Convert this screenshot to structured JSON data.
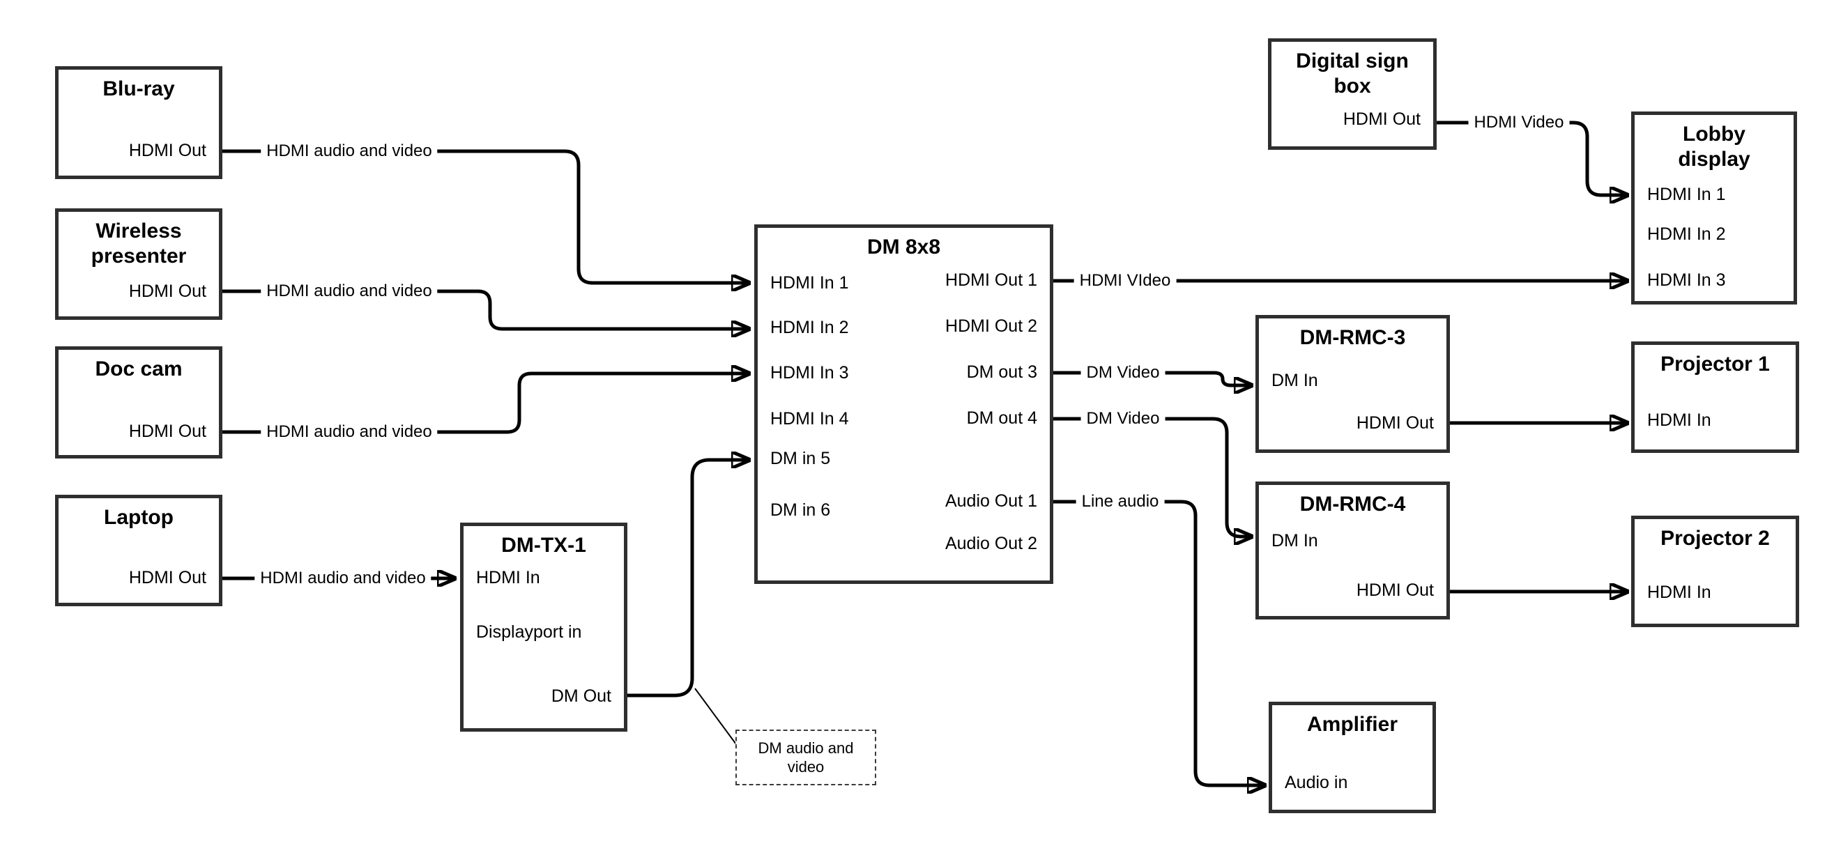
{
  "nodes": {
    "bluray": {
      "title": "Blu-ray",
      "ports": [
        "HDMI Out"
      ]
    },
    "wireless": {
      "title": "Wireless presenter",
      "ports": [
        "HDMI Out"
      ]
    },
    "doccam": {
      "title": "Doc cam",
      "ports": [
        "HDMI Out"
      ]
    },
    "laptop": {
      "title": "Laptop",
      "ports": [
        "HDMI Out"
      ]
    },
    "dm_tx_1": {
      "title": "DM-TX-1",
      "ports": [
        "HDMI In",
        "Displayport in",
        "DM Out"
      ]
    },
    "dm_8x8": {
      "title": "DM 8x8",
      "ports_left": [
        "HDMI In 1",
        "HDMI In 2",
        "HDMI In 3",
        "HDMI In 4",
        "DM in 5",
        "DM in 6"
      ],
      "ports_right": [
        "HDMI Out 1",
        "HDMI Out 2",
        "DM out 3",
        "DM out 4",
        "Audio Out 1",
        "Audio Out 2"
      ]
    },
    "digital_sign": {
      "title": "Digital sign box",
      "ports": [
        "HDMI Out"
      ]
    },
    "lobby": {
      "title": "Lobby display",
      "ports": [
        "HDMI In 1",
        "HDMI In 2",
        "HDMI In 3"
      ]
    },
    "dm_rmc_3": {
      "title": "DM-RMC-3",
      "ports": [
        "DM In",
        "HDMI Out"
      ]
    },
    "projector_1": {
      "title": "Projector 1",
      "ports": [
        "HDMI In"
      ]
    },
    "dm_rmc_4": {
      "title": "DM-RMC-4",
      "ports": [
        "DM In",
        "HDMI Out"
      ]
    },
    "projector_2": {
      "title": "Projector 2",
      "ports": [
        "HDMI In"
      ]
    },
    "amplifier": {
      "title": "Amplifier",
      "ports": [
        "Audio in"
      ]
    }
  },
  "edge_labels": {
    "bluray_to_dm8x8": "HDMI audio and video",
    "wireless_to_dm8x8": "HDMI audio and video",
    "doccam_to_dm8x8": "HDMI audio and video",
    "laptop_to_dmtx1": "HDMI audio and video",
    "hdmiout1_to_lobby": "HDMI VIdeo",
    "digitalsign_to_lobby": "HDMI Video",
    "dmout3_to_rmc3": "DM Video",
    "dmout4_to_rmc4": "DM Video",
    "audioout1_to_amp": "Line audio"
  },
  "callout": {
    "text": "DM audio and video"
  },
  "colors": {
    "background": "#ffffff",
    "connector": "#000000",
    "box_border": "#2f2f2f",
    "text": "#000000"
  }
}
